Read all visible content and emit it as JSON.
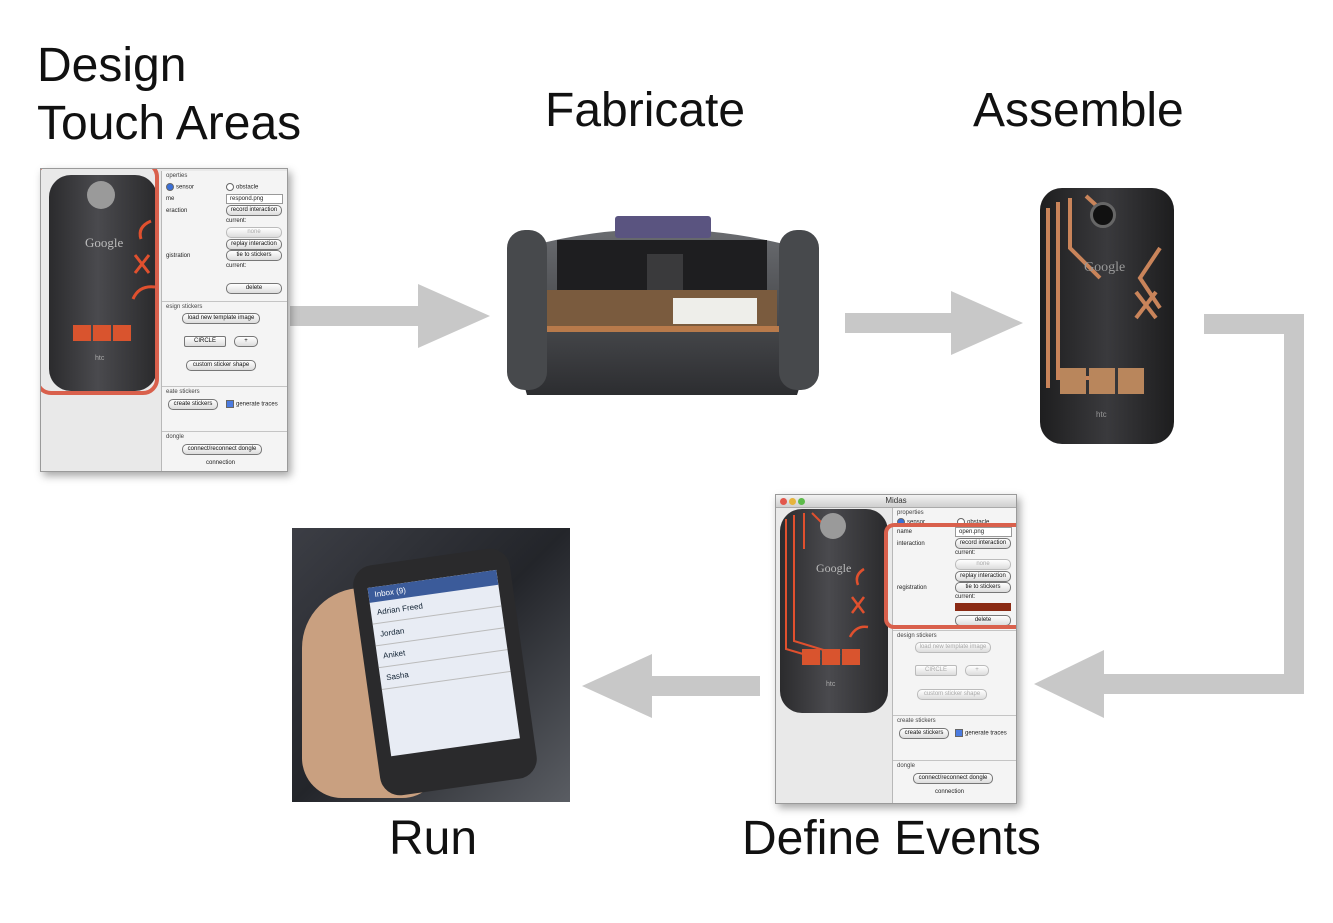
{
  "steps": {
    "design": "Design\nTouch Areas",
    "fabricate": "Fabricate",
    "assemble": "Assemble",
    "run": "Run",
    "define": "Define Events"
  },
  "colors": {
    "arrow": "#c8c8c8",
    "highlight": "#d9604c",
    "copper": "#c9845a",
    "sticker": "#d9542e"
  },
  "phone_brand": "Google",
  "phone_maker": "htc",
  "window2_title": "Midas",
  "panel": {
    "properties": "properties",
    "sensor": "sensor",
    "obstacle": "obstacle",
    "name": "name",
    "name_value_1": "respond.png",
    "name_value_2": "open.png",
    "interaction": "interaction",
    "record_interaction": "record interaction",
    "current": "current:",
    "none": "none",
    "replay_interaction": "replay interaction",
    "registration": "registration",
    "tie_to_stickers": "tie to stickers",
    "delete": "delete",
    "design_stickers": "design stickers",
    "load_template": "load new template image",
    "circle": "CIRCLE",
    "plus": "+",
    "custom_shape": "custom sticker shape",
    "create_stickers_title": "create stickers",
    "create_stickers": "create stickers",
    "generate_traces": "generate traces",
    "dongle": "dongle",
    "connect_dongle": "connect/reconnect dongle",
    "connection": "connection",
    "partial_props": "operties",
    "partial_name": "me",
    "partial_interaction": "eraction",
    "partial_registration": "gistration",
    "partial_design": "esign stickers",
    "partial_create": "eate stickers"
  },
  "phone_screen": {
    "header": "Inbox (9)",
    "messages": [
      "Adrian Freed",
      "Jordan",
      "Aniket",
      "Sasha"
    ]
  }
}
